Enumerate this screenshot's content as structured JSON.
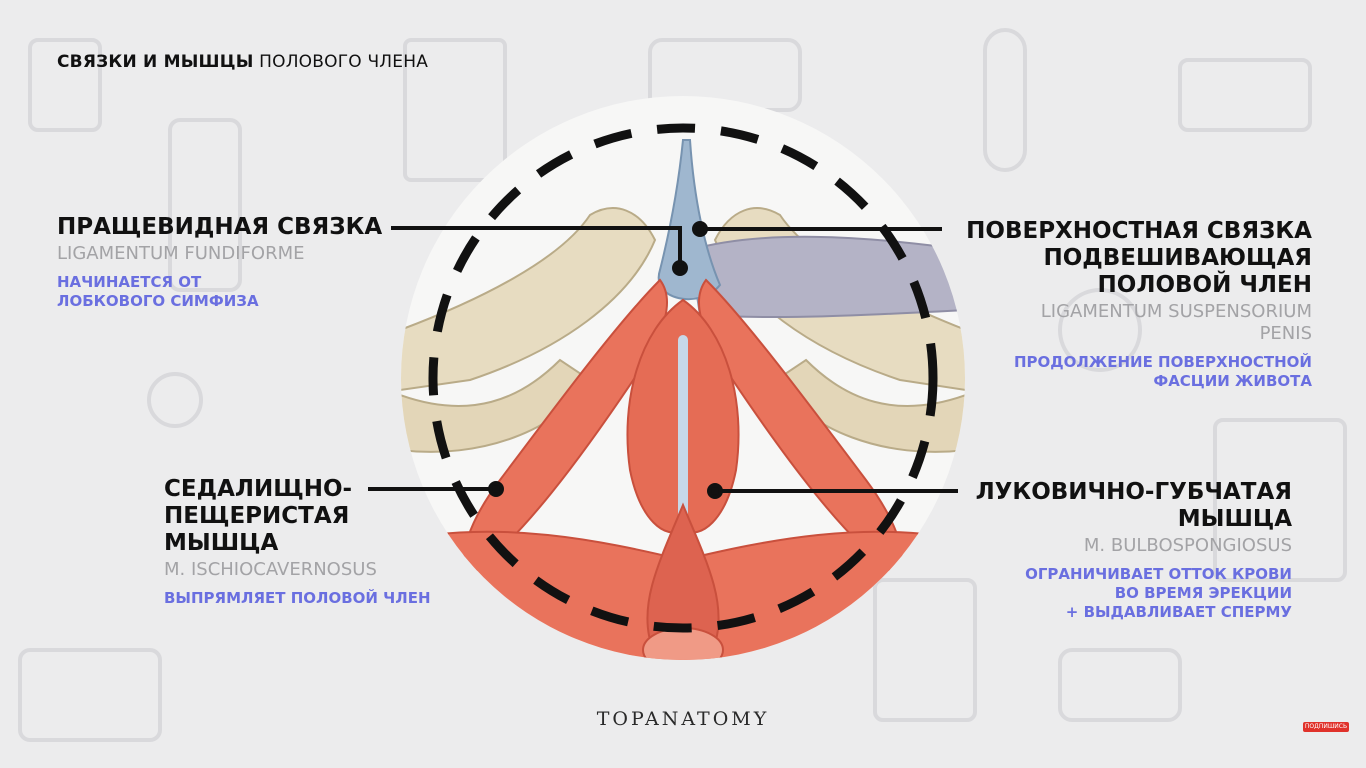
{
  "title": {
    "bold": "СВЯЗКИ И МЫШЦЫ",
    "light": "ПОЛОВОГО ЧЛЕНА"
  },
  "labels": {
    "fundiform": {
      "ru": "ПРАЩЕВИДНАЯ СВЯЗКА",
      "lat": "LIGAMENTUM FUNDIFORME",
      "desc_1": "НАЧИНАЕТСЯ ОТ",
      "desc_2": "ЛОБКОВОГО СИМФИЗА"
    },
    "suspensory": {
      "ru_1": "ПОВЕРХНОСТНАЯ СВЯЗКА",
      "ru_2": "ПОДВЕШИВАЮЩАЯ",
      "ru_3": "ПОЛОВОЙ ЧЛЕН",
      "lat_1": "LIGAMENTUM SUSPENSORIUM",
      "lat_2": "PENIS",
      "desc_1": "ПРОДОЛЖЕНИЕ ПОВЕРХНОСТНОЙ",
      "desc_2": "ФАСЦИИ ЖИВОТА"
    },
    "ischio": {
      "ru_1": "СЕДАЛИЩНО-",
      "ru_2": "ПЕЩЕРИСТАЯ",
      "ru_3": "МЫШЦА",
      "lat": "M. ISCHIOCAVERNOSUS",
      "desc": "ВЫПРЯМЛЯЕТ ПОЛОВОЙ ЧЛЕН"
    },
    "bulbo": {
      "ru_1": "ЛУКОВИЧНО-ГУБЧАТАЯ",
      "ru_2": "МЫШЦА",
      "lat": "M. BULBOSPONGIOSUS",
      "desc_1": "ОГРАНИЧИВАЕТ ОТТОК КРОВИ",
      "desc_2": "ВО ВРЕМЯ ЭРЕКЦИИ",
      "desc_3": "+ ВЫДАВЛИВАЕТ СПЕРМУ"
    }
  },
  "brand": "TOPANATOMY",
  "subscribe": "ПОДПИШИСЬ",
  "colors": {
    "muscle": "#e9735c",
    "muscle_dark": "#c9503d",
    "bone": "#e7dcc1",
    "ligament": "#9fb7cf",
    "fascia": "#b4b3c6",
    "accent_text": "#6a6fe0",
    "latin_text": "#a3a3a6"
  }
}
